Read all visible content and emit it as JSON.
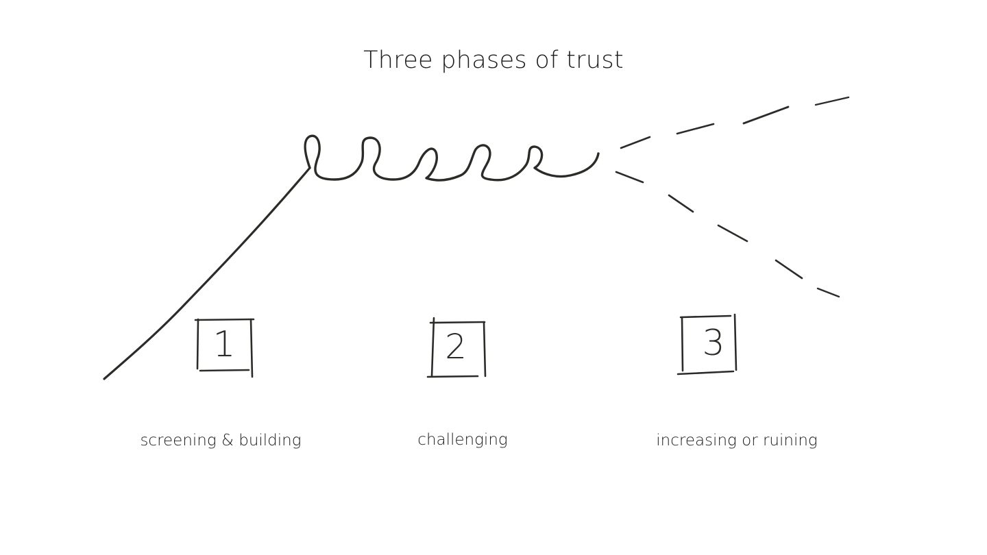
{
  "title": "Three phases of trust",
  "phases": [
    {
      "number": "1",
      "label": "screening & building"
    },
    {
      "number": "2",
      "label": "challenging"
    },
    {
      "number": "3",
      "label": "increasing or ruining"
    }
  ],
  "ink_color": "#2c2b28"
}
